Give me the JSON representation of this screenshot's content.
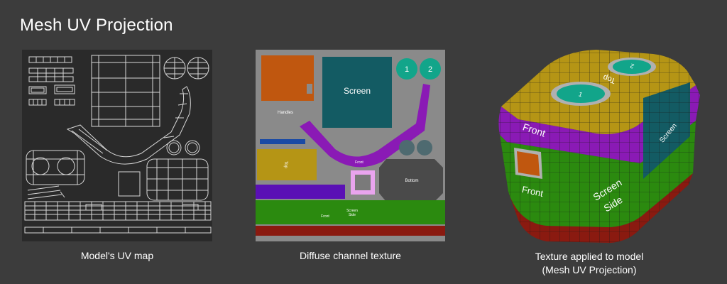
{
  "title": "Mesh UV Projection",
  "captions": {
    "uv_map": "Model's UV map",
    "texture": "Diffuse channel texture",
    "applied_line1": "Texture applied to model",
    "applied_line2": "(Mesh UV Projection)"
  },
  "texture_labels": {
    "handles": "Handles",
    "screen": "Screen",
    "circle1": "1",
    "circle2": "2",
    "top": "Top",
    "front_strip": "Front",
    "bottom": "Bottom",
    "front": "Front",
    "screen_side_1": "Screen",
    "screen_side_2": "Side"
  },
  "model_labels": {
    "top": "Top",
    "front_top": "Front",
    "screen": "Screen",
    "front": "Front",
    "screen_side_1": "Screen",
    "screen_side_2": "Side",
    "circle1": "1",
    "circle2": "2"
  },
  "colors": {
    "background": "#3c3c3c",
    "uv_bg": "#2a2a2a",
    "uv_line": "#d8d8d8",
    "texture_bg": "#8a8a8a",
    "handles": "#c0570f",
    "screen": "#135b63",
    "teal": "#12a58a",
    "purple": "#8a1ab5",
    "yellow": "#b59515",
    "green": "#2b8a0f",
    "red": "#8a1a10",
    "blue": "#1a4aa5",
    "pink": "#e9a4ee",
    "dark_grey": "#4a4a4a"
  }
}
